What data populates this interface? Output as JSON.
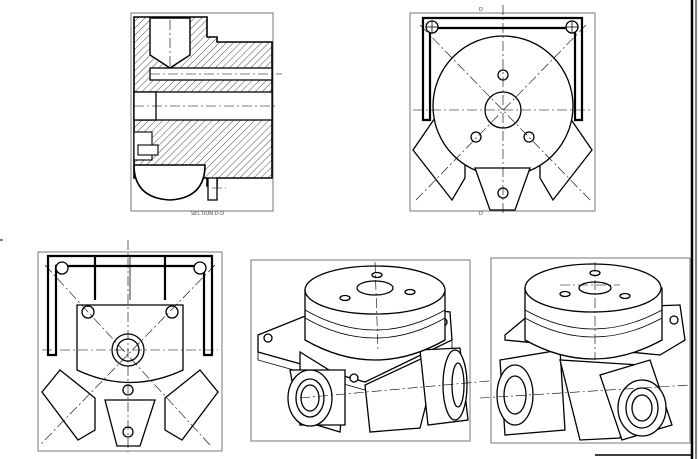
{
  "labels": {
    "section_caption": "SECTION D-D",
    "section_mark_top": "D",
    "section_mark_bottom": "D"
  }
}
